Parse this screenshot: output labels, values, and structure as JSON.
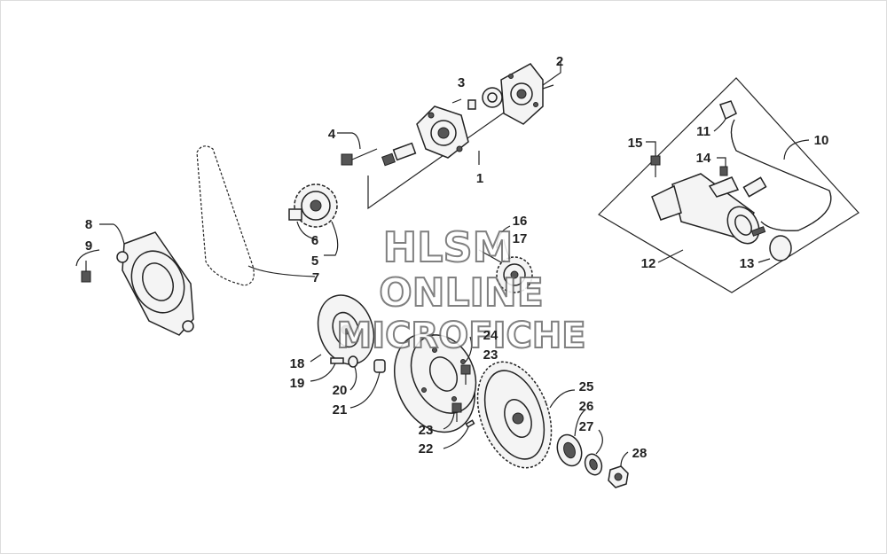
{
  "watermark": {
    "line1": "HLSM",
    "line2": "ONLINE",
    "line3": "MICROFICHE"
  },
  "callouts": [
    {
      "id": "1",
      "label": "1"
    },
    {
      "id": "2",
      "label": "2"
    },
    {
      "id": "3",
      "label": "3"
    },
    {
      "id": "4",
      "label": "4"
    },
    {
      "id": "5",
      "label": "5"
    },
    {
      "id": "6",
      "label": "6"
    },
    {
      "id": "7",
      "label": "7"
    },
    {
      "id": "8",
      "label": "8"
    },
    {
      "id": "9",
      "label": "9"
    },
    {
      "id": "10",
      "label": "10"
    },
    {
      "id": "11",
      "label": "11"
    },
    {
      "id": "12",
      "label": "12"
    },
    {
      "id": "13",
      "label": "13"
    },
    {
      "id": "14",
      "label": "14"
    },
    {
      "id": "15",
      "label": "15"
    },
    {
      "id": "16",
      "label": "16"
    },
    {
      "id": "17",
      "label": "17"
    },
    {
      "id": "18",
      "label": "18"
    },
    {
      "id": "19",
      "label": "19"
    },
    {
      "id": "20",
      "label": "20"
    },
    {
      "id": "21",
      "label": "21"
    },
    {
      "id": "22",
      "label": "22"
    },
    {
      "id": "23a",
      "label": "23"
    },
    {
      "id": "23b",
      "label": "23"
    },
    {
      "id": "24",
      "label": "24"
    },
    {
      "id": "25",
      "label": "25"
    },
    {
      "id": "26",
      "label": "26"
    },
    {
      "id": "27",
      "label": "27"
    },
    {
      "id": "28",
      "label": "28"
    }
  ]
}
